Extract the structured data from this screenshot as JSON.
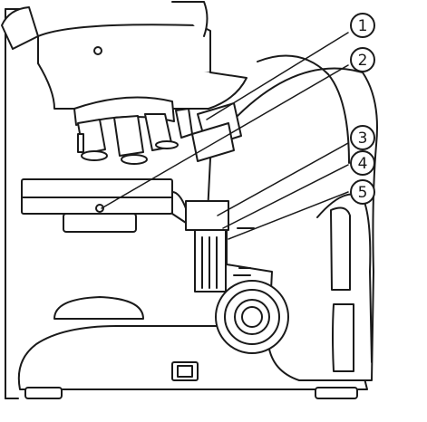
{
  "figure": {
    "type": "microscope line drawing with numbered callouts",
    "stroke_color": "#1a1a1a",
    "fill_color": "#ffffff",
    "callouts": [
      {
        "label": "1"
      },
      {
        "label": "2"
      },
      {
        "label": "3"
      },
      {
        "label": "4"
      },
      {
        "label": "5"
      }
    ]
  }
}
